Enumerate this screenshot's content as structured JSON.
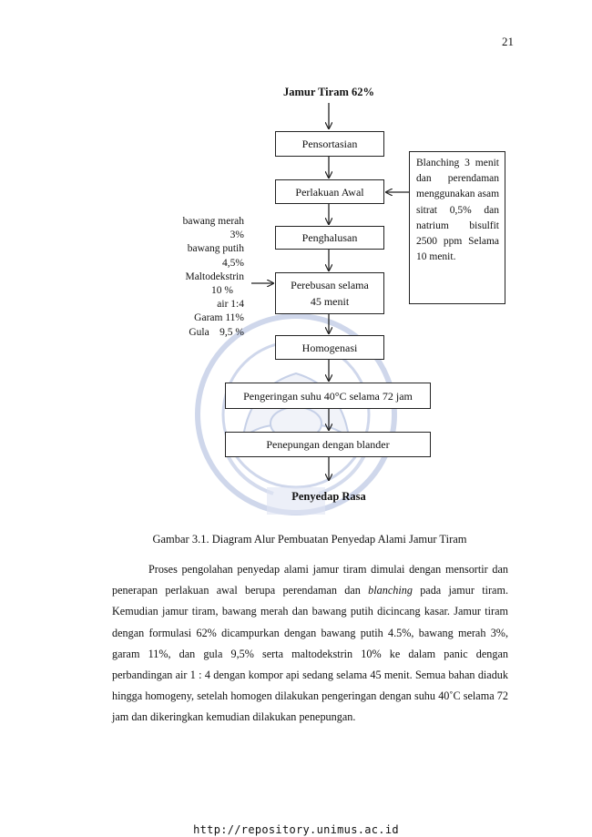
{
  "page_number": "21",
  "flowchart": {
    "start": "Jamur Tiram 62%",
    "steps": [
      "Pensortasian",
      "Perlakuan Awal",
      "Penghalusan",
      "Perebusan selama\n45 menit",
      "Homogenasi",
      "Pengeringan suhu 40°C selama 72 jam",
      "Penepungan dengan blander"
    ],
    "end": "Penyedap Rasa",
    "side_note": "Blanching 3 menit dan perendaman menggunakan asam sitrat 0,5% dan natrium bisulfit 2500 ppm Selama 10 menit.",
    "ingredients": [
      "bawang merah",
      "3%",
      "bawang putih",
      "4,5%",
      "Maltodekstrin",
      "10  %",
      "air 1:4",
      "Garam 11%",
      "Gula    9,5 %"
    ]
  },
  "caption": "Gambar 3.1. Diagram Alur Pembuatan Penyedap Alami Jamur Tiram",
  "paragraph": {
    "before_italic": "Proses pengolahan penyedap alami jamur tiram dimulai dengan mensortir dan penerapan perlakuan awal berupa perendaman dan ",
    "italic": "blanching",
    "after_italic": " pada jamur tiram. Kemudian jamur tiram, bawang merah dan bawang putih dicincang kasar. Jamur tiram dengan formulasi 62% dicampurkan dengan  bawang putih 4.5%, bawang merah 3%, garam 11%, dan gula 9,5% serta maltodekstrin 10% ke dalam panic dengan perbandingan air 1 : 4 dengan kompor api sedang selama 45 menit. Semua bahan diaduk hingga homogeny, setelah homogen dilakukan pengeringan dengan suhu 40˚C selama 72 jam dan dikeringkan kemudian dilakukan penepungan."
  },
  "footer_url": "http://repository.unimus.ac.id",
  "colors": {
    "watermark": "#a9b8dc",
    "watermark_fill": "#eef1f8",
    "line": "#222222"
  }
}
